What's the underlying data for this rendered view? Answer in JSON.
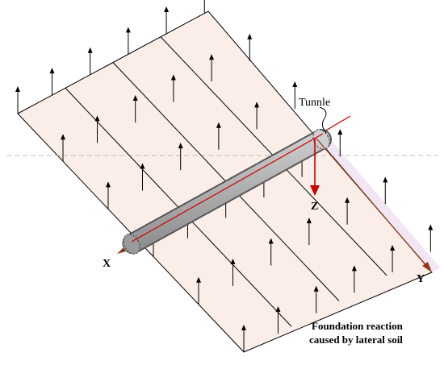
{
  "labels": {
    "tunnel": "Tunnle",
    "x_axis": "X",
    "y_axis": "Y",
    "z_axis": "Z",
    "caption_line1": "Foundation reaction",
    "caption_line2": "caused by lateral soil"
  },
  "colors": {
    "plane_fill": "#fbeee9",
    "axis_red": "#cc0000",
    "axis_brown": "#8b3a1a",
    "tunnel_fill": "#b4b4b4",
    "arrow_black": "#000000",
    "guide_gray": "#bdbdbd"
  },
  "icons": {
    "reaction_arrow": "up-arrow-icon"
  }
}
